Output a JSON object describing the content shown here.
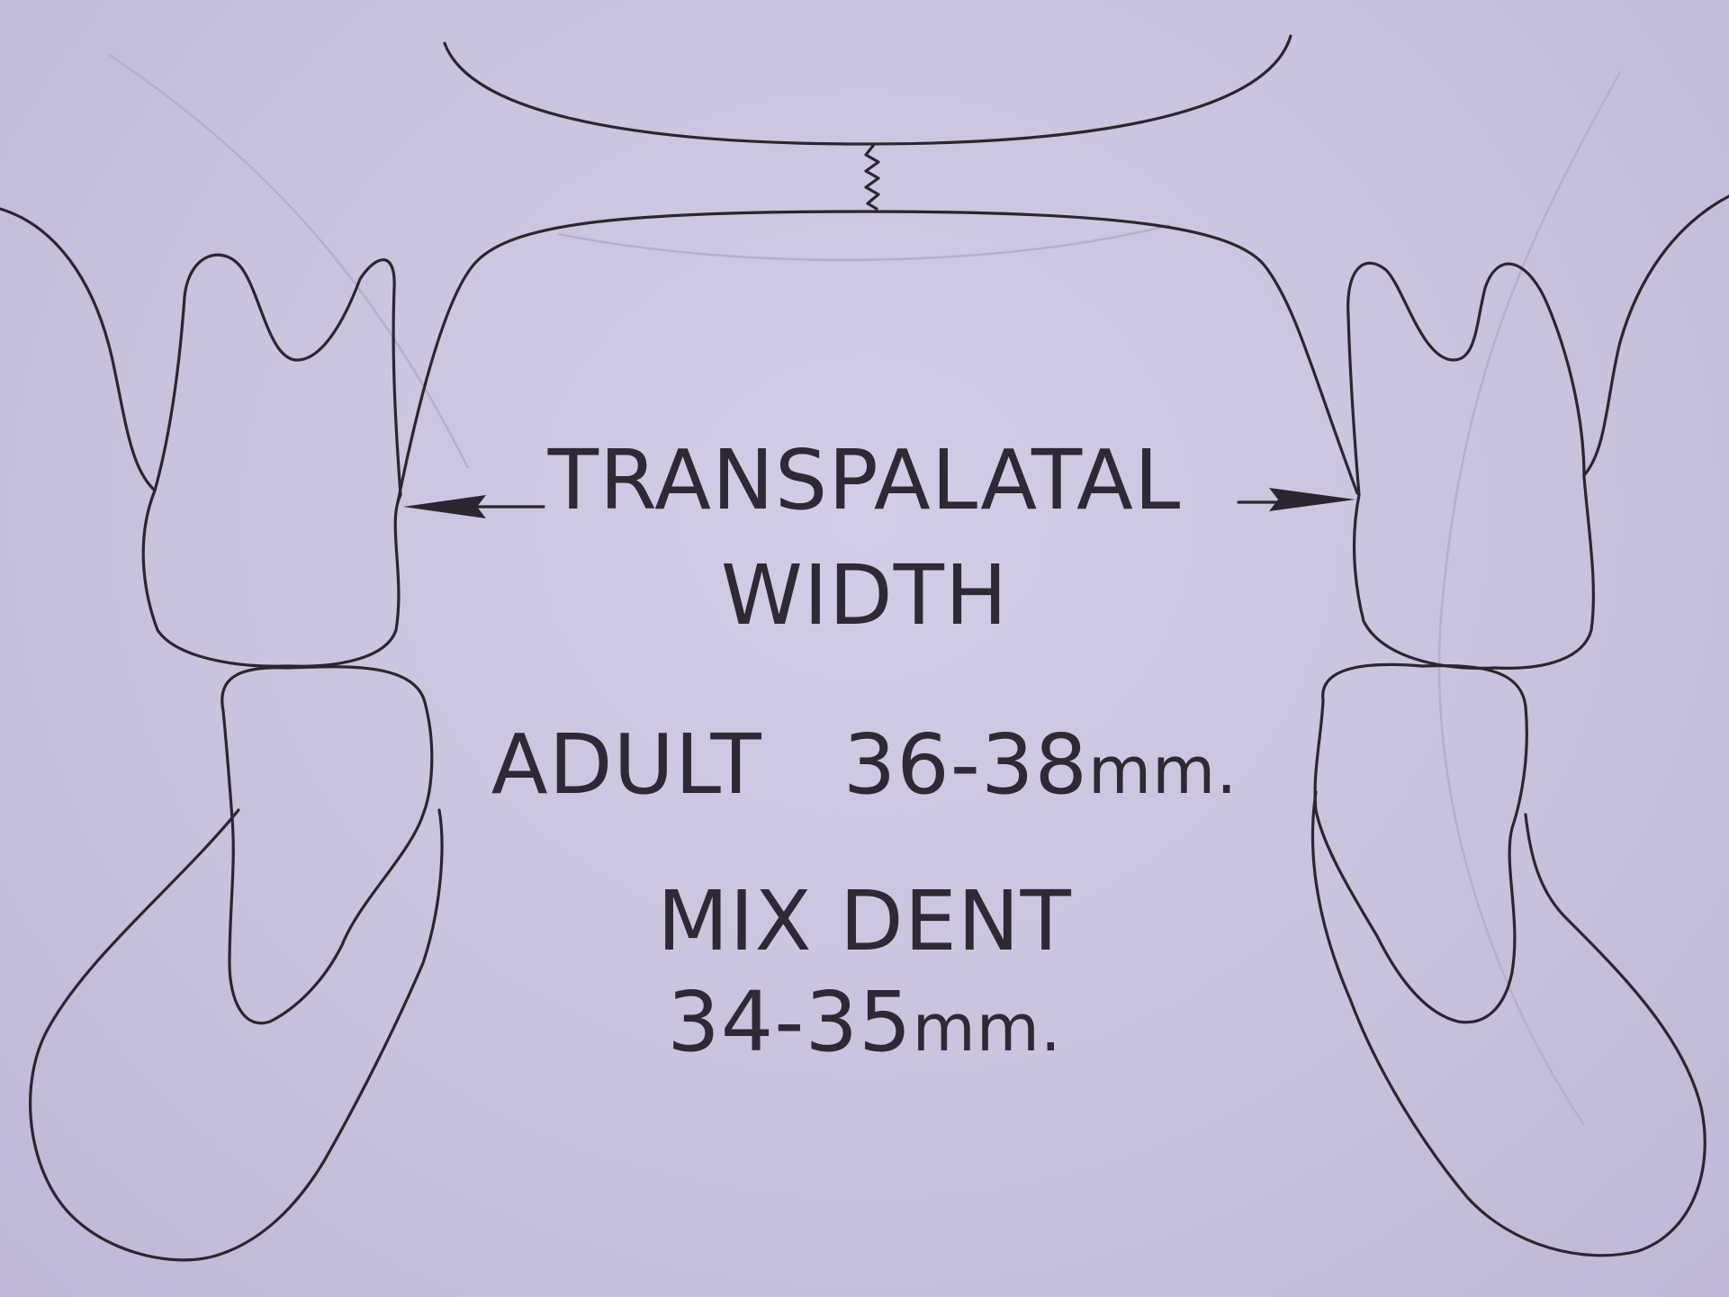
{
  "diagram": {
    "label_top": "TRANSPALATAL",
    "label_bottom": "WIDTH",
    "adult": {
      "label": "ADULT",
      "range": "36-38",
      "unit": "mm."
    },
    "mixed": {
      "label": "MIX DENT",
      "range": "34-35",
      "unit": "mm."
    }
  },
  "colors": {
    "ink": "#2b2631",
    "paper": "#c9c3de"
  }
}
